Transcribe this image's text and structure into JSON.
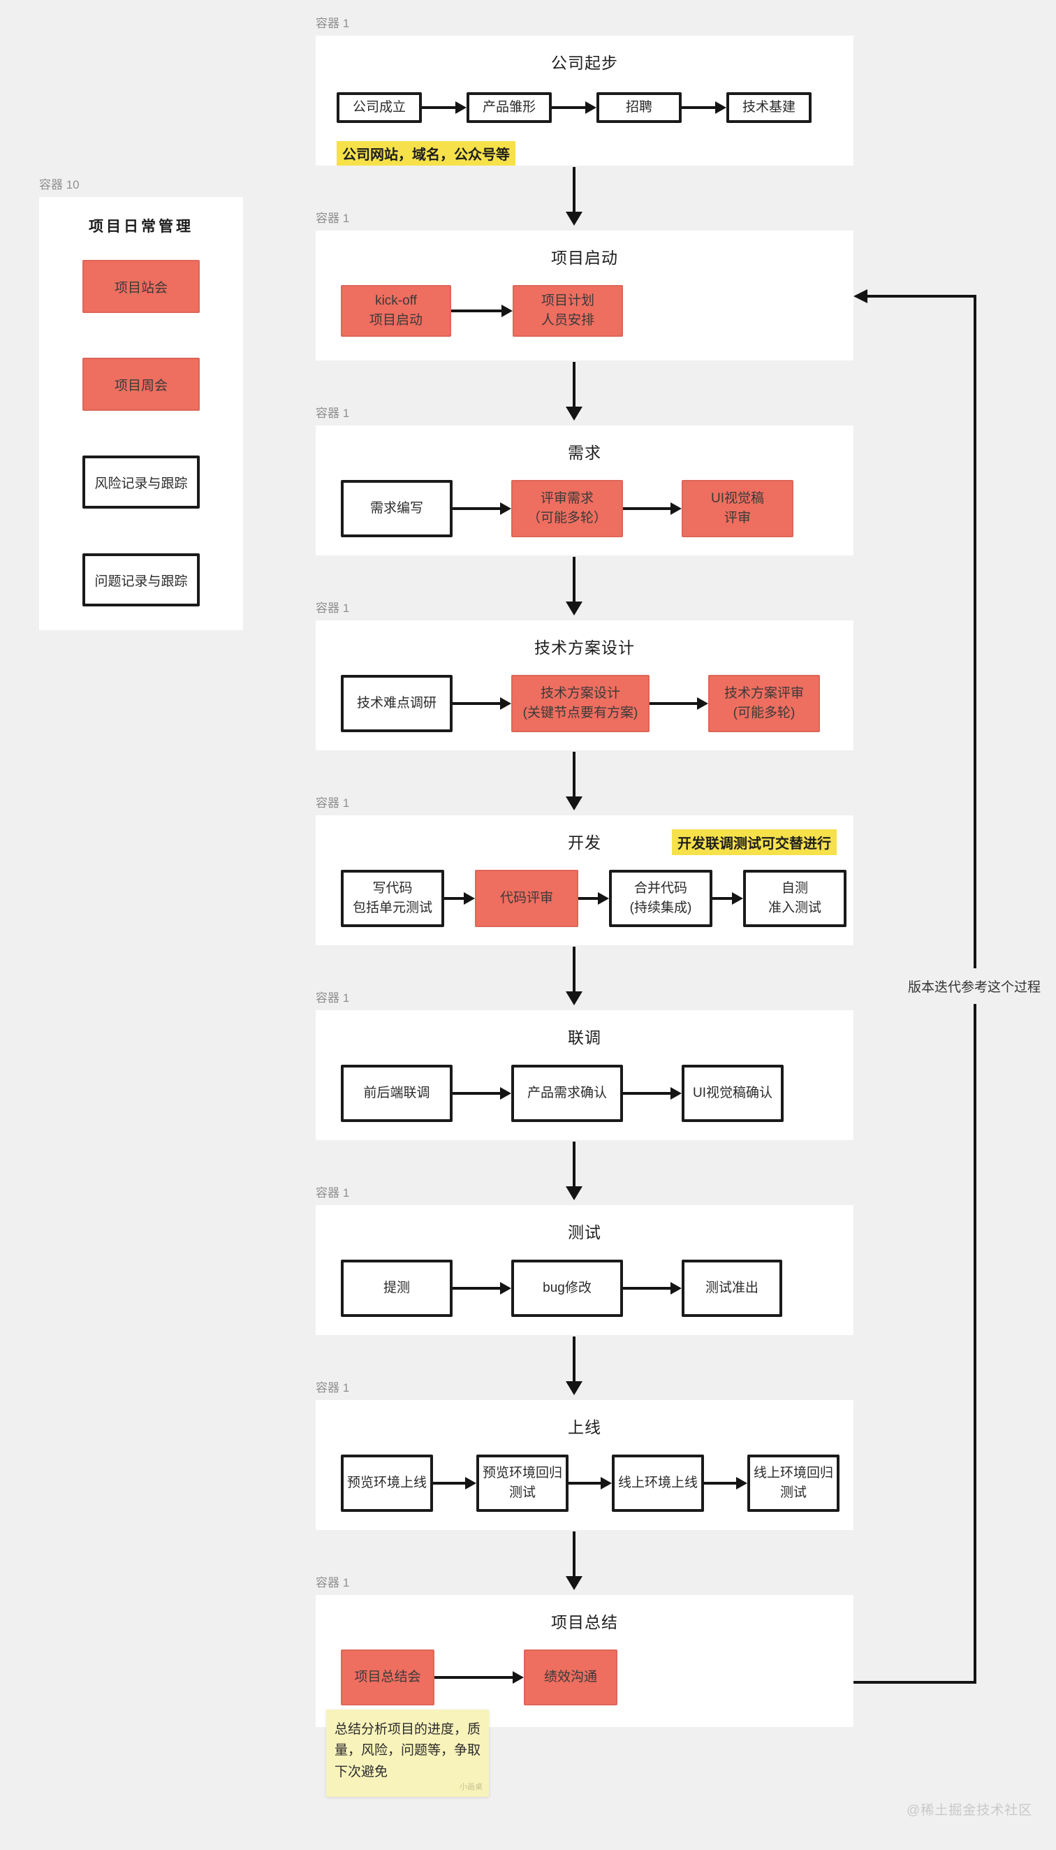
{
  "colors": {
    "background": "#f0f0f0",
    "node_red": "#ee6e5f",
    "highlight_yellow": "#f6e14a",
    "sticky_yellow": "#f8f3bb",
    "line_black": "#141414"
  },
  "sidebar": {
    "container_label": "容器 10",
    "title": "项目日常管理",
    "items": [
      {
        "label": "项目站会",
        "type": "red"
      },
      {
        "label": "项目周会",
        "type": "red"
      },
      {
        "label": "风险记录与跟踪",
        "type": "plain"
      },
      {
        "label": "问题记录与跟踪",
        "type": "plain"
      }
    ]
  },
  "flow": {
    "container_label": "容器 1",
    "sections": [
      {
        "title": "公司起步",
        "boxes": [
          {
            "lines": [
              "公司成立"
            ],
            "type": "plain"
          },
          {
            "lines": [
              "产品雏形"
            ],
            "type": "plain"
          },
          {
            "lines": [
              "招聘"
            ],
            "type": "plain"
          },
          {
            "lines": [
              "技术基建"
            ],
            "type": "plain"
          }
        ],
        "note": "公司网站，域名，公众号等"
      },
      {
        "title": "项目启动",
        "boxes": [
          {
            "lines": [
              "kick-off",
              "项目启动"
            ],
            "type": "red"
          },
          {
            "lines": [
              "项目计划",
              "人员安排"
            ],
            "type": "red"
          }
        ]
      },
      {
        "title": "需求",
        "boxes": [
          {
            "lines": [
              "需求编写"
            ],
            "type": "plain"
          },
          {
            "lines": [
              "评审需求",
              "（可能多轮）"
            ],
            "type": "red"
          },
          {
            "lines": [
              "UI视觉稿",
              "评审"
            ],
            "type": "red"
          }
        ]
      },
      {
        "title": "技术方案设计",
        "boxes": [
          {
            "lines": [
              "技术难点调研"
            ],
            "type": "plain"
          },
          {
            "lines": [
              "技术方案设计",
              "(关键节点要有方案)"
            ],
            "type": "red"
          },
          {
            "lines": [
              "技术方案评审",
              "(可能多轮)"
            ],
            "type": "red"
          }
        ]
      },
      {
        "title": "开发",
        "highlight": "开发联调测试可交替进行",
        "boxes": [
          {
            "lines": [
              "写代码",
              "包括单元测试"
            ],
            "type": "plain"
          },
          {
            "lines": [
              "代码评审"
            ],
            "type": "red"
          },
          {
            "lines": [
              "合并代码",
              "(持续集成)"
            ],
            "type": "plain"
          },
          {
            "lines": [
              "自测",
              "准入测试"
            ],
            "type": "plain"
          }
        ]
      },
      {
        "title": "联调",
        "boxes": [
          {
            "lines": [
              "前后端联调"
            ],
            "type": "plain"
          },
          {
            "lines": [
              "产品需求确认"
            ],
            "type": "plain"
          },
          {
            "lines": [
              "UI视觉稿确认"
            ],
            "type": "plain"
          }
        ]
      },
      {
        "title": "测试",
        "boxes": [
          {
            "lines": [
              "提测"
            ],
            "type": "plain"
          },
          {
            "lines": [
              "bug修改"
            ],
            "type": "plain"
          },
          {
            "lines": [
              "测试准出"
            ],
            "type": "plain"
          }
        ]
      },
      {
        "title": "上线",
        "boxes": [
          {
            "lines": [
              "预览环境上线"
            ],
            "type": "plain"
          },
          {
            "lines": [
              "预览环境回归",
              "测试"
            ],
            "type": "plain"
          },
          {
            "lines": [
              "线上环境上线"
            ],
            "type": "plain"
          },
          {
            "lines": [
              "线上环境回归",
              "测试"
            ],
            "type": "plain"
          }
        ]
      },
      {
        "title": "项目总结",
        "boxes": [
          {
            "lines": [
              "项目总结会"
            ],
            "type": "red"
          },
          {
            "lines": [
              "绩效沟通"
            ],
            "type": "red"
          }
        ],
        "sticky": {
          "text": "总结分析项目的进度，质量，风险，问题等，争取下次避免",
          "watermark": "小画桌"
        }
      }
    ]
  },
  "loop": {
    "label": "版本迭代参考这个过程"
  },
  "footer": {
    "watermark": "@稀土掘金技术社区"
  }
}
